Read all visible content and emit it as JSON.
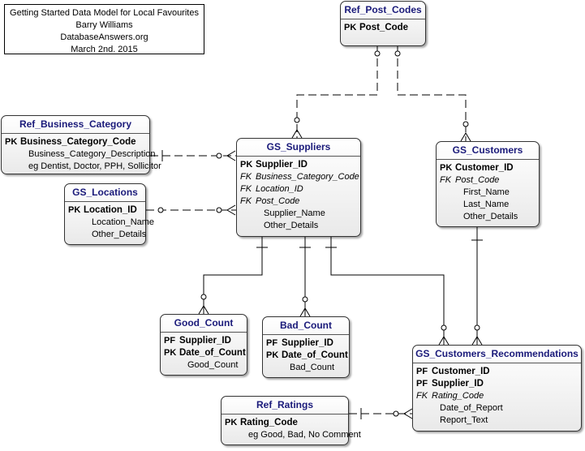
{
  "note": {
    "lines": [
      "Getting Started Data Model for Local Favourites",
      "Barry Williams",
      "DatabaseAnswers.org",
      "March 2nd. 2015"
    ]
  },
  "entities": {
    "ref_post_codes": {
      "title": "Ref_Post_Codes",
      "rows": [
        {
          "key": "PK",
          "name": "Post_Code",
          "kind": "pk"
        }
      ]
    },
    "ref_business_category": {
      "title": "Ref_Business_Category",
      "rows": [
        {
          "key": "PK",
          "name": "Business_Category_Code",
          "kind": "pk"
        },
        {
          "key": "",
          "name": "Business_Category_Description",
          "kind": "attr"
        },
        {
          "key": "",
          "name": "eg Dentist, Doctor, PPH, Sollicitor",
          "kind": "attr"
        }
      ]
    },
    "gs_suppliers": {
      "title": "GS_Suppliers",
      "rows": [
        {
          "key": "PK",
          "name": "Supplier_ID",
          "kind": "pk"
        },
        {
          "key": "FK",
          "name": "Business_Category_Code",
          "kind": "fk"
        },
        {
          "key": "FK",
          "name": "Location_ID",
          "kind": "fk"
        },
        {
          "key": "FK",
          "name": "Post_Code",
          "kind": "fk"
        },
        {
          "key": "",
          "name": "Supplier_Name",
          "kind": "attr"
        },
        {
          "key": "",
          "name": "Other_Details",
          "kind": "attr"
        }
      ]
    },
    "gs_customers": {
      "title": "GS_Customers",
      "rows": [
        {
          "key": "PK",
          "name": "Customer_ID",
          "kind": "pk"
        },
        {
          "key": "FK",
          "name": "Post_Code",
          "kind": "fk"
        },
        {
          "key": "",
          "name": "First_Name",
          "kind": "attr"
        },
        {
          "key": "",
          "name": "Last_Name",
          "kind": "attr"
        },
        {
          "key": "",
          "name": "Other_Details",
          "kind": "attr"
        }
      ]
    },
    "gs_locations": {
      "title": "GS_Locations",
      "rows": [
        {
          "key": "PK",
          "name": "Location_ID",
          "kind": "pk"
        },
        {
          "key": "",
          "name": "Location_Name",
          "kind": "attr"
        },
        {
          "key": "",
          "name": "Other_Details",
          "kind": "attr"
        }
      ]
    },
    "good_count": {
      "title": "Good_Count",
      "rows": [
        {
          "key": "PF",
          "name": "Supplier_ID",
          "kind": "pk"
        },
        {
          "key": "PK",
          "name": "Date_of_Count",
          "kind": "pk"
        },
        {
          "key": "",
          "name": "Good_Count",
          "kind": "attr"
        }
      ]
    },
    "bad_count": {
      "title": "Bad_Count",
      "rows": [
        {
          "key": "PF",
          "name": "Supplier_ID",
          "kind": "pk"
        },
        {
          "key": "PK",
          "name": "Date_of_Count",
          "kind": "pk"
        },
        {
          "key": "",
          "name": "Bad_Count",
          "kind": "attr"
        }
      ]
    },
    "gs_customers_recommendations": {
      "title": "GS_Customers_Recommendations",
      "rows": [
        {
          "key": "PF",
          "name": "Customer_ID",
          "kind": "pk"
        },
        {
          "key": "PF",
          "name": "Supplier_ID",
          "kind": "pk"
        },
        {
          "key": "FK",
          "name": "Rating_Code",
          "kind": "fk"
        },
        {
          "key": "",
          "name": "Date_of_Report",
          "kind": "attr"
        },
        {
          "key": "",
          "name": "Report_Text",
          "kind": "attr"
        }
      ]
    },
    "ref_ratings": {
      "title": "Ref_Ratings",
      "rows": [
        {
          "key": "PK",
          "name": "Rating_Code",
          "kind": "pk"
        },
        {
          "key": "",
          "name": "eg Good, Bad, No Comment",
          "kind": "attr"
        }
      ]
    }
  }
}
